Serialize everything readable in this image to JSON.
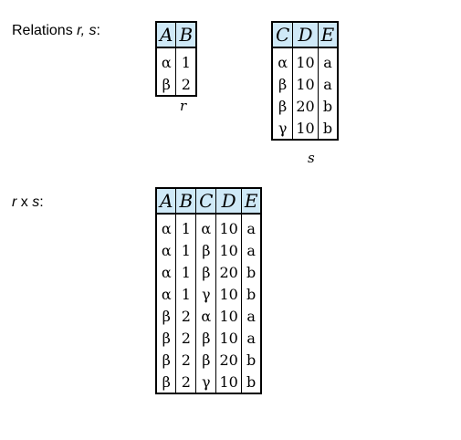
{
  "labels": {
    "relations_prefix": "Relations ",
    "relations_r": "r",
    "relations_sep": ", ",
    "relations_s": "s",
    "relations_suffix": ":",
    "product_r": "r",
    "product_x": " x ",
    "product_s": "s",
    "product_suffix": ":"
  },
  "tables": {
    "r": {
      "caption": "r",
      "headers": [
        "A",
        "B"
      ],
      "rows": [
        [
          "α",
          "1"
        ],
        [
          "β",
          "2"
        ]
      ]
    },
    "s": {
      "caption": "s",
      "headers": [
        "C",
        "D",
        "E"
      ],
      "rows": [
        [
          "α",
          "10",
          "a"
        ],
        [
          "β",
          "10",
          "a"
        ],
        [
          "β",
          "20",
          "b"
        ],
        [
          "γ",
          "10",
          "b"
        ]
      ]
    },
    "rxs": {
      "headers": [
        "A",
        "B",
        "C",
        "D",
        "E"
      ],
      "rows": [
        [
          "α",
          "1",
          "α",
          "10",
          "a"
        ],
        [
          "α",
          "1",
          "β",
          "10",
          "a"
        ],
        [
          "α",
          "1",
          "β",
          "20",
          "b"
        ],
        [
          "α",
          "1",
          "γ",
          "10",
          "b"
        ],
        [
          "β",
          "2",
          "α",
          "10",
          "a"
        ],
        [
          "β",
          "2",
          "β",
          "10",
          "a"
        ],
        [
          "β",
          "2",
          "β",
          "20",
          "b"
        ],
        [
          "β",
          "2",
          "γ",
          "10",
          "b"
        ]
      ]
    }
  },
  "colors": {
    "header_bg": "#cfe9f7",
    "border": "#000000"
  }
}
